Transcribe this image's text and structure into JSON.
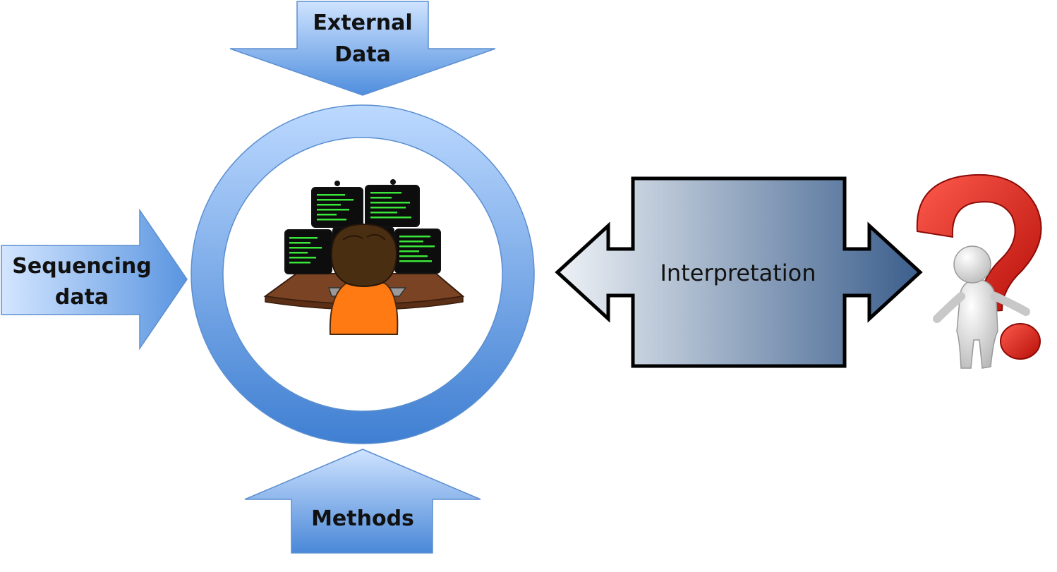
{
  "diagram": {
    "inputs": {
      "top": {
        "line1": "External",
        "line2": "Data"
      },
      "left": {
        "line1": "Sequencing",
        "line2": "data"
      },
      "bottom": {
        "line1": "Methods"
      }
    },
    "center": {
      "icon": "programmer-at-monitors-icon"
    },
    "link": {
      "label": "Interpretation"
    },
    "right": {
      "icon": "person-question-mark-icon"
    }
  },
  "colors": {
    "arrow_light": "#cfe3ff",
    "arrow_dark": "#4f8ede",
    "ring_light": "#b8d6ff",
    "ring_dark": "#3f7fd2",
    "interp_light": "#e8edf3",
    "interp_dark": "#3d5f8c",
    "question_red": "#e2231a"
  }
}
